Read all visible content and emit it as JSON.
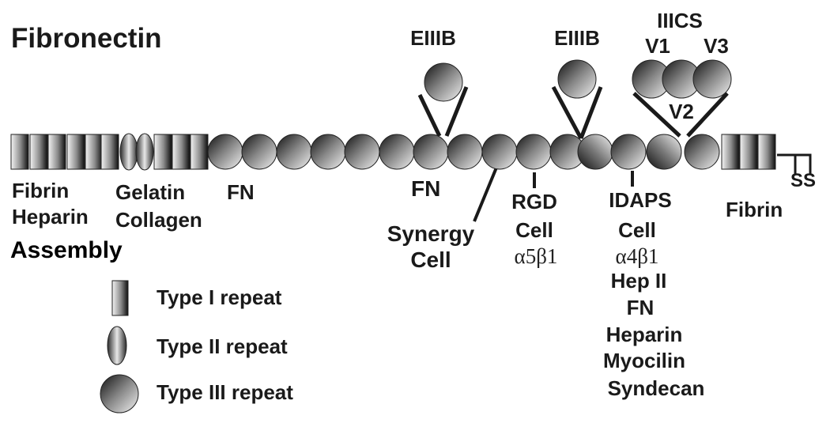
{
  "title": "Fibronectin",
  "domain_labels": {
    "eiiib_1": "EIIIB",
    "eiiib_2": "EIIIB",
    "iiics": "IIICS",
    "v1": "V1",
    "v2": "V2",
    "v3": "V3",
    "fibrin": "Fibrin",
    "heparin": "Heparin",
    "assembly": "Assembly",
    "gelatin": "Gelatin",
    "collagen": "Collagen",
    "fn_1": "FN",
    "fn_2": "FN",
    "synergy": "Synergy",
    "cell_synergy": "Cell",
    "rgd": "RGD",
    "cell_rgd": "Cell",
    "integrin_a5b1": "α5β1",
    "idaps": "IDAPS",
    "cell_idaps": "Cell",
    "integrin_a4b1": "α4β1",
    "hep_ii": "Hep II",
    "fn_3": "FN",
    "heparin_2": "Heparin",
    "myocilin": "Myocilin",
    "syndecan": "Syndecan",
    "fibrin_c": "Fibrin",
    "ss": "SS"
  },
  "legend": {
    "type_i": "Type I repeat",
    "type_ii": "Type II repeat",
    "type_iii": "Type III repeat"
  }
}
